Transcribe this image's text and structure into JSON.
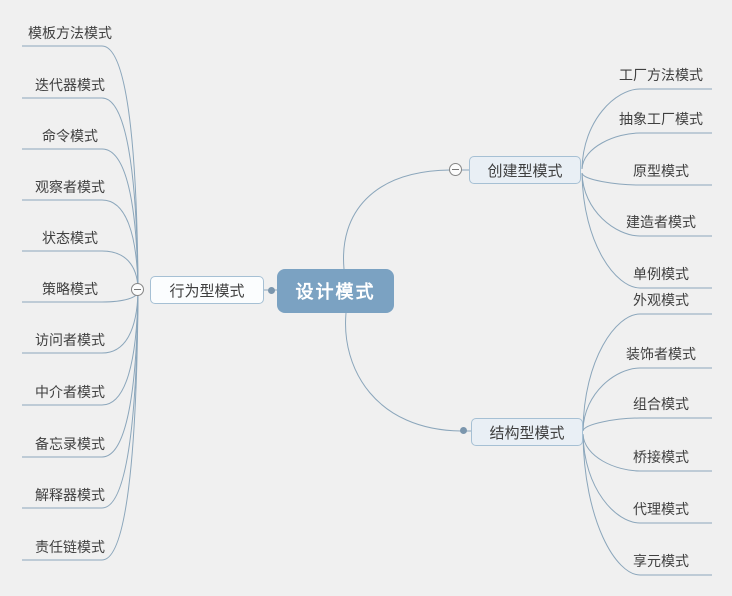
{
  "canvas": {
    "background": "#f0f0f0"
  },
  "theme": {
    "line_color": "#8ba6bb",
    "root_fill": "#7ba2c2",
    "root_text": "#ffffff",
    "branch_border": "#a6c0d4",
    "branch_fill_white": "#fbfdfe",
    "branch_fill_tint": "#e9eff5",
    "topic_text": "#3f3f3f",
    "dot_color": "#7b96ad"
  },
  "root": {
    "label": "设计模式"
  },
  "branches": {
    "behavioral": {
      "label": "行为型模式",
      "side": "left",
      "collapse_icon": "minus",
      "children": [
        "模板方法模式",
        "迭代器模式",
        "命令模式",
        "观察者模式",
        "状态模式",
        "策略模式",
        "访问者模式",
        "中介者模式",
        "备忘录模式",
        "解释器模式",
        "责任链模式"
      ]
    },
    "creational": {
      "label": "创建型模式",
      "side": "right-top",
      "collapse_icon": "minus",
      "children": [
        "工厂方法模式",
        "抽象工厂模式",
        "原型模式",
        "建造者模式",
        "单例模式"
      ]
    },
    "structural": {
      "label": "结构型模式",
      "side": "right-bottom",
      "collapse_icon": "none",
      "children": [
        "外观模式",
        "装饰者模式",
        "组合模式",
        "桥接模式",
        "代理模式",
        "享元模式"
      ]
    }
  }
}
